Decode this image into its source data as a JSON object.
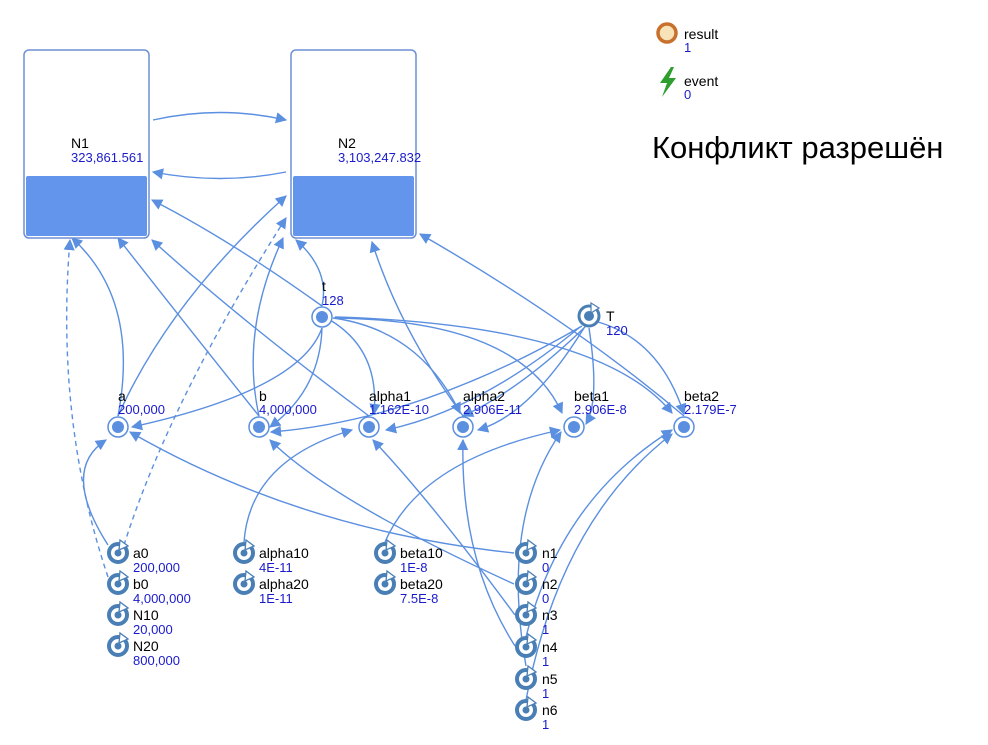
{
  "legend": [
    {
      "name": "result",
      "value": "1",
      "icon": "result-circle-icon"
    },
    {
      "name": "event",
      "value": "0",
      "icon": "lightning-bolt-icon"
    }
  ],
  "status_text": "Конфликт разрешён",
  "stocks": [
    {
      "id": "N1",
      "name": "N1",
      "value": "323,861.561"
    },
    {
      "id": "N2",
      "name": "N2",
      "value": "3,103,247.832"
    }
  ],
  "variables": [
    {
      "id": "t",
      "name": "t",
      "value": "128"
    },
    {
      "id": "T",
      "name": "T",
      "value": "120"
    },
    {
      "id": "a",
      "name": "a",
      "value": "200,000"
    },
    {
      "id": "b",
      "name": "b",
      "value": "4,000,000"
    },
    {
      "id": "alpha1",
      "name": "alpha1",
      "value": "1.162E-10"
    },
    {
      "id": "alpha2",
      "name": "alpha2",
      "value": "2.906E-11"
    },
    {
      "id": "beta1",
      "name": "beta1",
      "value": "2.906E-8"
    },
    {
      "id": "beta2",
      "name": "beta2",
      "value": "2.179E-7"
    }
  ],
  "parameters": [
    {
      "id": "a0",
      "name": "a0",
      "value": "200,000"
    },
    {
      "id": "b0",
      "name": "b0",
      "value": "4,000,000"
    },
    {
      "id": "N10",
      "name": "N10",
      "value": "20,000"
    },
    {
      "id": "N20",
      "name": "N20",
      "value": "800,000"
    },
    {
      "id": "alpha10",
      "name": "alpha10",
      "value": "4E-11"
    },
    {
      "id": "alpha20",
      "name": "alpha20",
      "value": "1E-11"
    },
    {
      "id": "beta10",
      "name": "beta10",
      "value": "1E-8"
    },
    {
      "id": "beta20",
      "name": "beta20",
      "value": "7.5E-8"
    },
    {
      "id": "n1",
      "name": "n1",
      "value": "0"
    },
    {
      "id": "n2",
      "name": "n2",
      "value": "0"
    },
    {
      "id": "n3",
      "name": "n3",
      "value": "1"
    },
    {
      "id": "n4",
      "name": "n4",
      "value": "1"
    },
    {
      "id": "n5",
      "name": "n5",
      "value": "1"
    },
    {
      "id": "n6",
      "name": "n6",
      "value": "1"
    }
  ],
  "colors": {
    "link": "#5b8fe0",
    "stock_fill": "#6495ed",
    "stock_border": "#6d8fd6",
    "param_icon": "#4a7fb5",
    "value_text": "#1a1acd",
    "result_icon": "#c8702d",
    "event_icon": "#2e9e2e"
  }
}
